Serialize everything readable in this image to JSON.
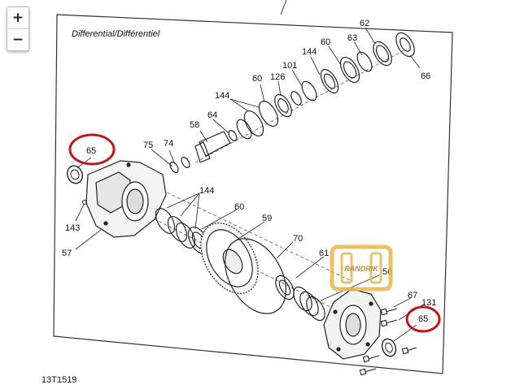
{
  "map_controls": {
    "zoom_in_label": "+",
    "zoom_out_label": "−"
  },
  "diagram": {
    "title": "Differential/Différentiel",
    "code": "13T1519",
    "watermark_text": "RANDRIK",
    "callouts": [
      "62",
      "63",
      "60",
      "144",
      "101",
      "66",
      "126",
      "60",
      "144",
      "64",
      "58",
      "75",
      "74",
      "65",
      "144",
      "60",
      "59",
      "143",
      "57",
      "70",
      "61",
      "56",
      "67",
      "131",
      "65"
    ],
    "highlight_color": "#c0161e",
    "watermark_color": "#e7b84c"
  }
}
